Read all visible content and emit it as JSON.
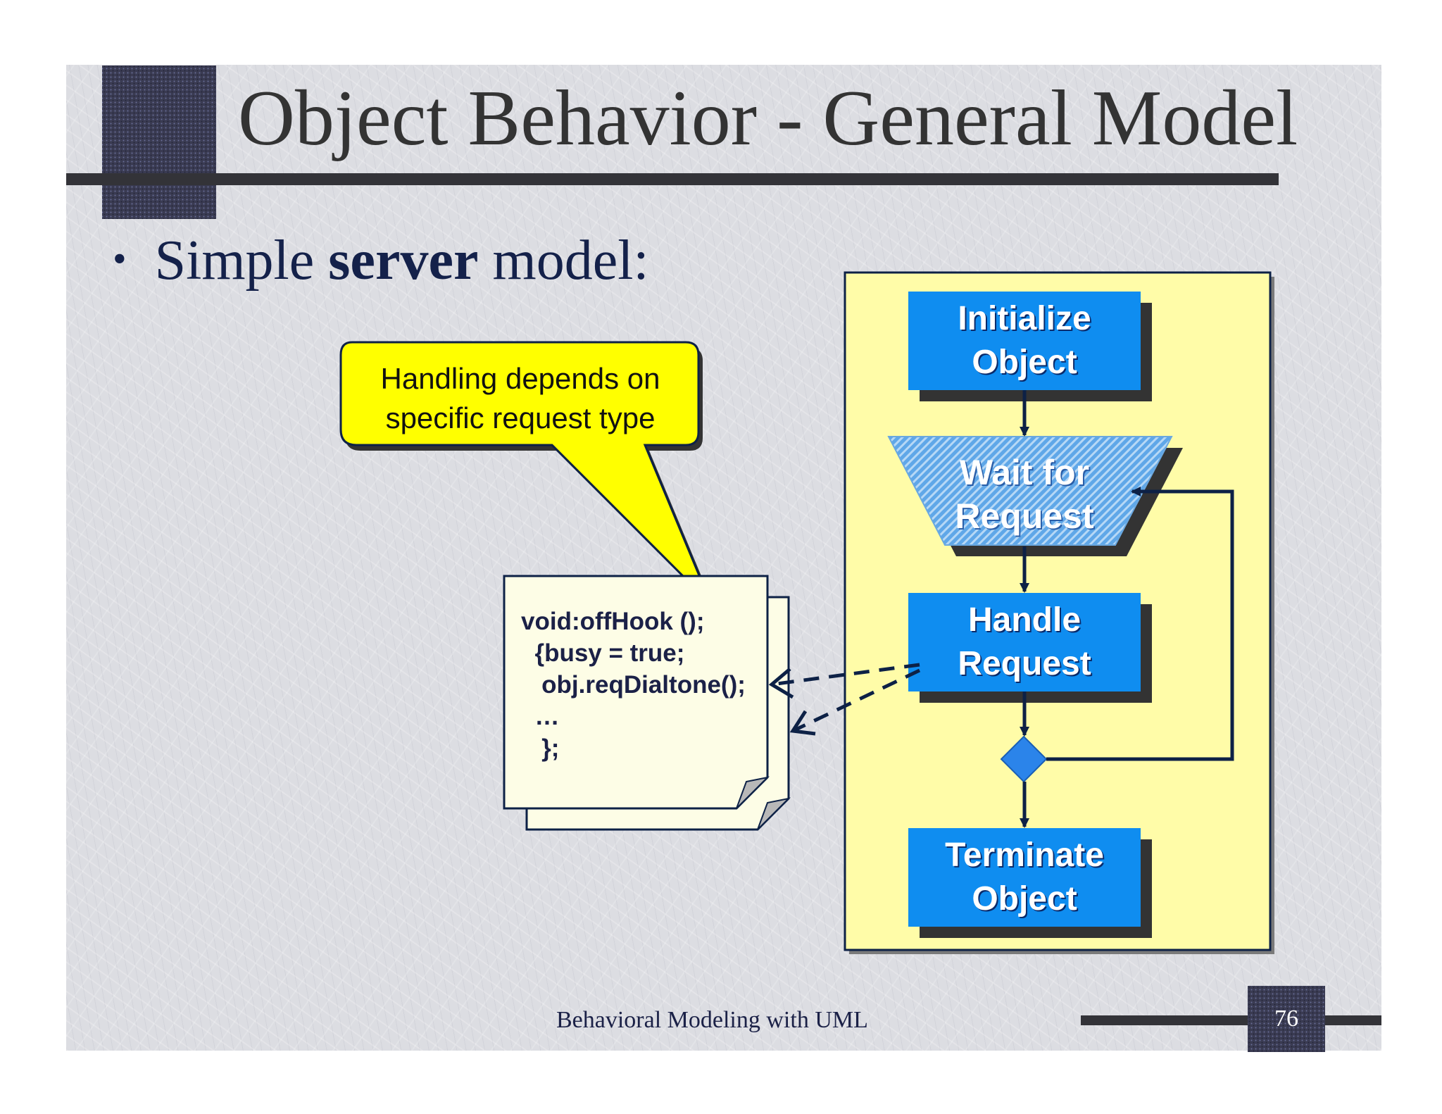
{
  "slide": {
    "title": "Object Behavior - General Model",
    "bullet": {
      "prefix": "Simple ",
      "bold": "server",
      "suffix": " model:"
    },
    "footer": "Behavioral Modeling with UML",
    "page_number": "76"
  },
  "callout": {
    "line1": "Handling depends on",
    "line2": "specific request type"
  },
  "code": {
    "lines": [
      "void:offHook ();",
      "  {busy = true;",
      "   obj.reqDialtone();",
      "  …",
      "   };"
    ]
  },
  "flow": {
    "initialize": [
      "Initialize",
      "Object"
    ],
    "wait": [
      "Wait for",
      "Request"
    ],
    "handle": [
      "Handle",
      "Request"
    ],
    "terminate": [
      "Terminate",
      "Object"
    ]
  },
  "colors": {
    "activity_blue": "#0f8df0",
    "swimlane_yellow": "#fffca8",
    "callout_yellow": "#ffff00",
    "note_fill": "#fdfde6",
    "dark_navy": "#0d2146",
    "title_bar": "#333338"
  }
}
